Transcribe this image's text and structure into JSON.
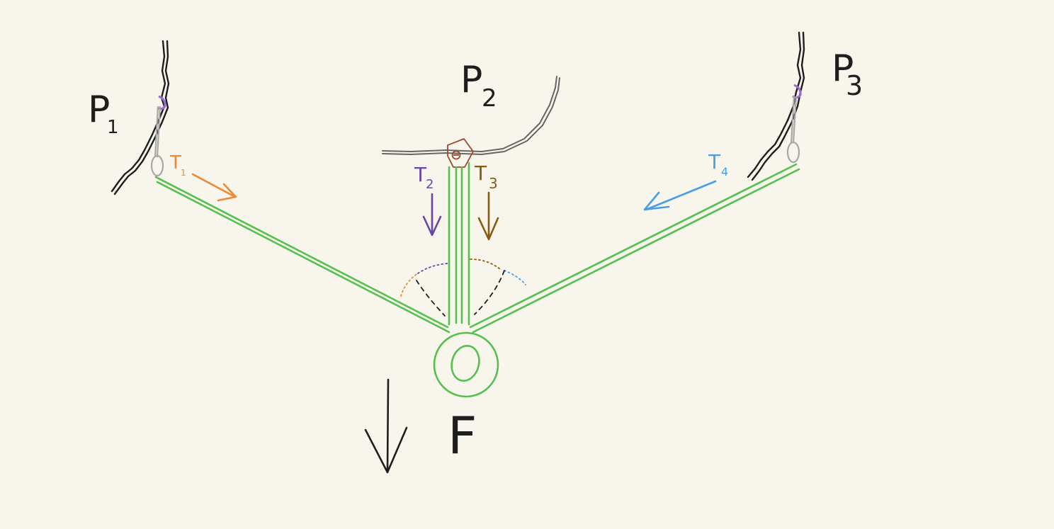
{
  "points": {
    "p1": {
      "letter": "P",
      "sub": "1"
    },
    "p2": {
      "letter": "P",
      "sub": "2"
    },
    "p3": {
      "letter": "P",
      "sub": "3"
    }
  },
  "tensions": {
    "t1": {
      "letter": "T",
      "sub": "1",
      "color": "#ee8833"
    },
    "t2": {
      "letter": "T",
      "sub": "2",
      "color": "#6a44a8"
    },
    "t3": {
      "letter": "T",
      "sub": "3",
      "color": "#8a5a10"
    },
    "t4": {
      "letter": "T",
      "sub": "4",
      "color": "#4a9ee8"
    }
  },
  "force": {
    "label": "F"
  },
  "colors": {
    "rope": "#55c04d",
    "rock": "#1e1e1e",
    "rock_light": "#777777",
    "anchor_bolt": "#9b6ad0",
    "carabiner": "#a8a8a8",
    "pulley": "#9a4a2a",
    "background": "#f8f6ec"
  }
}
